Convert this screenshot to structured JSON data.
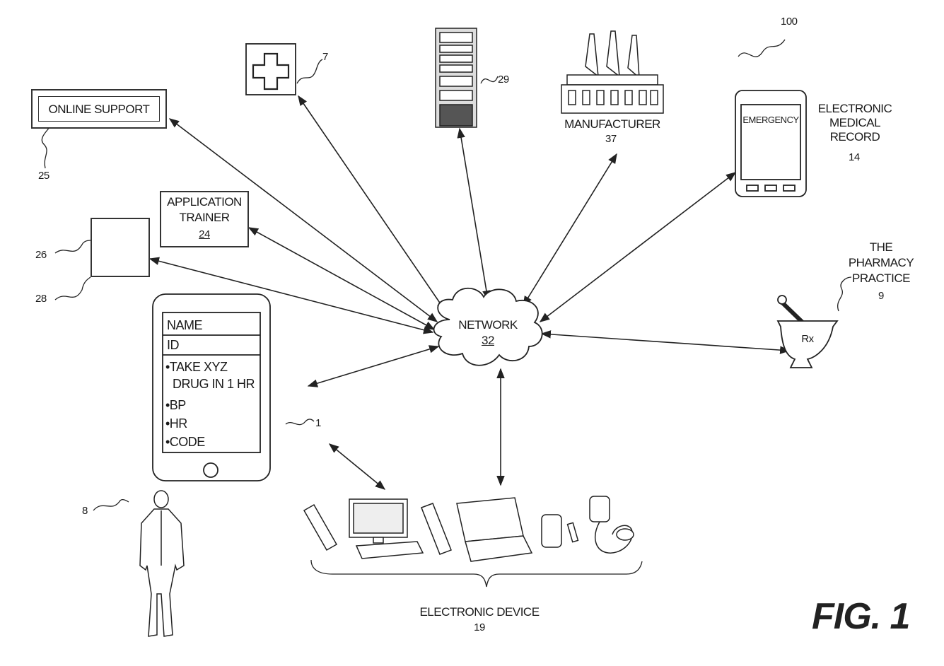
{
  "figure": {
    "ref_100": "100",
    "title": "FIG. 1"
  },
  "network": {
    "label": "NETWORK",
    "ref": "32"
  },
  "online_support": {
    "label": "ONLINE SUPPORT",
    "ref": "25"
  },
  "hospital": {
    "ref": "7"
  },
  "server": {
    "ref": "29"
  },
  "manufacturer": {
    "label": "MANUFACTURER",
    "ref": "37"
  },
  "emr": {
    "screen_text": "EMERGENCY",
    "label_lines": [
      "ELECTRONIC",
      "MEDICAL",
      "RECORD"
    ],
    "ref": "14"
  },
  "app_trainer": {
    "label_lines": [
      "APPLICATION",
      "TRAINER"
    ],
    "ref": "24"
  },
  "small_box": {
    "ref_top": "26",
    "ref_bottom": "28"
  },
  "pharmacy": {
    "label_lines": [
      "THE",
      "PHARMACY",
      "PRACTICE"
    ],
    "ref": "9",
    "mortar_text": "Rx"
  },
  "phone": {
    "ref": "1",
    "rows": [
      "NAME",
      "ID"
    ],
    "items": [
      "•TAKE XYZ",
      "DRUG IN 1 HR",
      "•BP",
      "•HR",
      "•CODE"
    ]
  },
  "person": {
    "ref": "8"
  },
  "electronic_device": {
    "label": "ELECTRONIC DEVICE",
    "ref": "19"
  }
}
